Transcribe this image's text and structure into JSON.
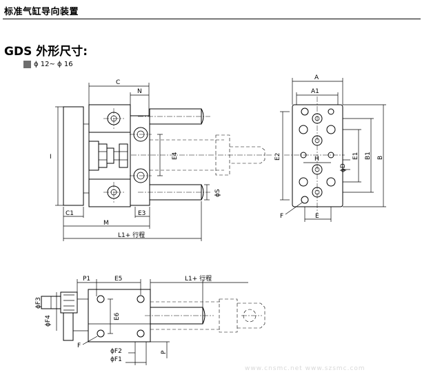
{
  "header": {
    "title": "标准气缸导向装置"
  },
  "section": {
    "title": "GDS 外形尺寸:",
    "bore_range": "ϕ 12~ ϕ 16"
  },
  "labels": {
    "C": "C",
    "N": "N",
    "I": "I",
    "E4": "E4",
    "E3": "E3",
    "C1": "C1",
    "M": "M",
    "L1_stroke": "L1+ 行程",
    "phiS": "ϕS",
    "A": "A",
    "A1": "A1",
    "E2": "E2",
    "H": "H",
    "phiD": "ϕD",
    "E1": "E1",
    "B1": "B1",
    "B": "B",
    "F": "F",
    "E": "E",
    "P1": "P1",
    "E5": "E5",
    "L1_stroke_2": "L1+ 行程",
    "phiF3": "ϕF3",
    "phiF4": "ϕF4",
    "E6": "E6",
    "F_2": "F",
    "phiF2": "ϕF2",
    "phiF1": "ϕF1",
    "P": "P"
  },
  "watermark": "www.cnsmc.net  www.szsmc.com"
}
